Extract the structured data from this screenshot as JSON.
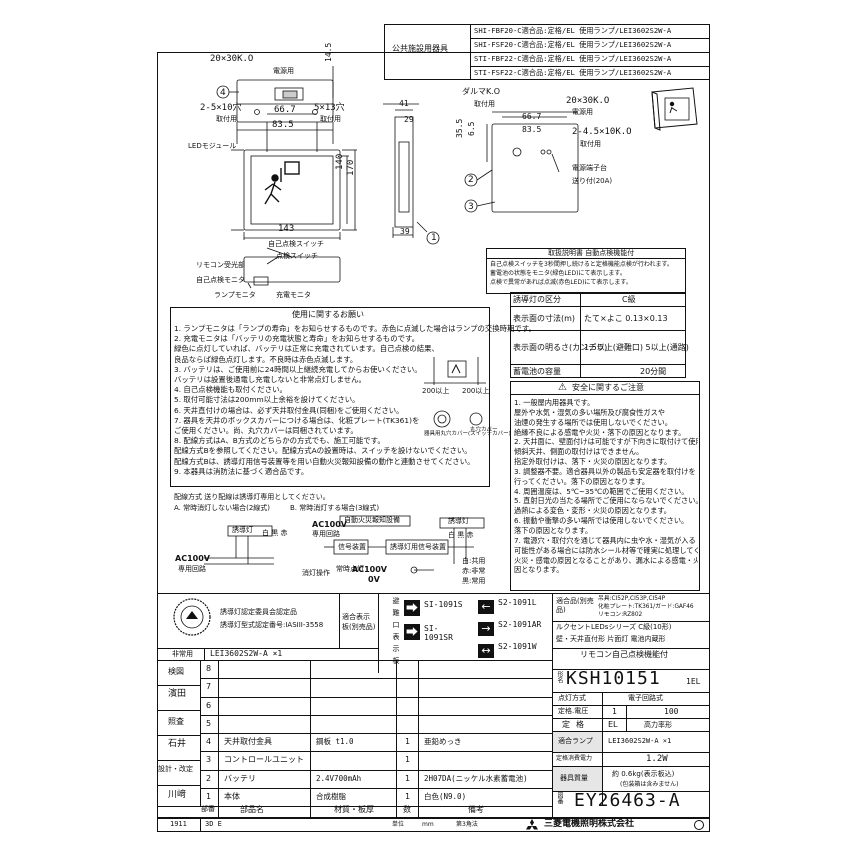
{
  "header": {
    "public_label": "公共施設用器具",
    "models": [
      "SHI-FBF20-C適合品:定格/EL 使用ランプ/LEI3602S2W-A",
      "SHI-FSF20-C適合品:定格/EL 使用ランプ/LEI3602S2W-A",
      "STI-FBF22-C適合品:定格/EL 使用ランプ/LEI3602S2W-A",
      "STI-FSF22-C適合品:定格/EL 使用ランプ/LEI3602S2W-A"
    ]
  },
  "drawing": {
    "top": {
      "dim_20x30": "20×30K.O",
      "power_label": "電源用",
      "dim_14_5": "14.5",
      "callout_4": "4",
      "holes_2_5x10": "2-5×10穴",
      "holes_5x13": "5×13穴",
      "mount_label": "取付用",
      "dim_66_7": "66.7",
      "dim_83_5": "83.5"
    },
    "front": {
      "led_label": "LEDモジュール",
      "dim_140": "140",
      "dim_170": "170",
      "dim_143": "143"
    },
    "side": {
      "dim_41": "41",
      "dim_29": "29",
      "dim_39": "39",
      "callout_1": "1"
    },
    "back": {
      "dummy_ko": "ダルマK.O",
      "mount_label": "取付用",
      "dim_35_5": "35.5",
      "dim_6_5": "6.5",
      "dim_66_7": "66.7",
      "dim_83_5": "83.5",
      "dim_20x30": "20×30K.O",
      "power_label": "電源用",
      "holes_2_4_5x10": "2-4.5×10K.O",
      "terminal_label": "電源端子台",
      "terminal_spec": "送り付(20A)",
      "callout_2": "2",
      "callout_3": "3"
    },
    "bottom": {
      "self_check_switch": "自己点検スイッチ",
      "lamp_switch": "点検スイッチ",
      "remote_receiver": "リモコン受光部",
      "self_check_monitor": "自己点検モニタ",
      "lamp_monitor": "ランプモニタ",
      "charge_monitor": "充電モニタ"
    }
  },
  "info_box": {
    "title": "取扱説明書 自動点検機能付",
    "lines": [
      "自己点検スイッチを3秒間押し続けると定格機能点検が行われます。",
      "蓄電池の状態をモニタ(緑色LED)にて表示します。",
      "点検で異常があれば点滅(赤色LED)にて表示します。"
    ]
  },
  "usage": {
    "title": "使用に関するお願い",
    "notes": [
      "1. ランプモニタは「ランプの寿命」をお知らせするものです。赤色に点滅した場合はランプの交換時期です。",
      "2. 充電モニタは「バッテリの充電状態と寿命」をお知らせするものです。",
      "   緑色に点灯していれば、バッテリは正常に充電されています。自己点検の結果、",
      "   良品ならば緑色点灯します。不良時は赤色点滅します。",
      "3. バッテリは、ご使用前に24時間以上継続充電してからお使いください。",
      "   バッテリは設置後通電し充電しないと非常点灯しません。",
      "4. 自己点検機能も取付ください。",
      "5. 取付可能寸法は200mm以上余裕を設けてください。",
      "6. 天井直付けの場合は、必ず天井取付金具(同梱)をご使用ください。",
      "7. 器具を天井のボックスカバーにつける場合は、化粧プレート(TK361)を",
      "   ご使用ください。尚、丸穴カバーは同梱されています。",
      "8. 配線方式はA、B方式のどちらかの方式でも、施工可能です。",
      "   配線方式Bを参照してください。配線方式Aの設置時は、スイッチを設けないでください。",
      "   配線方式Bは、誘導灯用信号装置等を用い自動火災報知設備の動作と連動させてください。",
      "9. 本器具は消防法に基づく適合品です。"
    ],
    "wiring_title": "配線方式 送り配線は誘導灯専用としてください。",
    "wiring_a": "A. 常時消灯しない場合(2線式)",
    "wiring_b": "B. 常時消灯する場合(3線式)",
    "ac100v": "AC100V",
    "dedicated_circuit": "専用回路",
    "ac100v_b": "AC100V",
    "dedicated_circuit_b": "専用回路",
    "guide_light": "誘導灯",
    "guide_light_b": "誘導灯",
    "auto_fire": "自動火災報知設備",
    "signal_device": "信号装置",
    "guide_signal_device": "誘導灯用信号装置",
    "ac100v_c": "AC100V",
    "zero_v": "0V",
    "normal_on": "常時点灯",
    "lamp_off": "消灯操作",
    "terminals": "白 黒 赤",
    "terminals_b": "白 黒 赤",
    "legend_common": "白:共用",
    "legend_emergency": "赤:非常",
    "legend_normal": "黒:常用",
    "clearance_1": "200以上",
    "clearance_2": "200以上",
    "cover_label": "器具用丸穴カバー(スイッチカバー)",
    "round_cover": "丸穴カバー"
  },
  "spec_table": {
    "rows": [
      {
        "label": "誘導灯の区分",
        "value": "C級"
      },
      {
        "label": "表示面の寸法(m)",
        "value": "たて×よこ 0.13×0.13"
      },
      {
        "label": "表示面の明るさ(カンデラ)",
        "value": "1.5以上(避難口) 5以上(通路)"
      },
      {
        "label": "蓄電池の容量",
        "value": "20分間"
      }
    ]
  },
  "safety": {
    "title": "安全に関するご注意",
    "lines": [
      "1. 一般屋内用器具です。",
      "   屋外や水気・湿気の多い場所及び腐食性ガスや",
      "   油煙の発生する場所では使用しないでください。",
      "   絶縁不良による感電や火災・落下の原因となります。",
      "2. 天井面に、壁面付けは可能ですが下向きに取付けて使用してください。",
      "   傾斜天井、側面の取付けはできません。",
      "   指定外取付けは、落下・火災の原因となります。",
      "3. 調整器不要。適合器具以外の製品も安定器を取付けを",
      "   行ってください。落下の原因となります。",
      "4. 周囲温度は、5℃~35℃の範囲でご使用ください。",
      "5. 直射日光の当たる場所でご使用にならないでください。",
      "   過熱による変色・変形・火災の原因となります。",
      "6. 振動や衝撃の多い場所では使用しないでください。",
      "   落下の原因となります。",
      "7. 電源穴・取付穴を通じて器具内に虫や水・湿気が入る",
      "   可能性がある場合には防水シール材等で確実に処理してください。",
      "   火災・感電の原因となることがあり、漏水による感電・火災の原",
      "   因となります。"
    ]
  },
  "approval": {
    "text1": "誘導灯認定委員会認定品",
    "text2": "誘導灯型式認定番号:IASIII-3558",
    "applicable_label": "適合表示板(別売品)",
    "panels": [
      {
        "code": "SI-1091S",
        "kind": "exit"
      },
      {
        "code": "SI-1091SR",
        "kind": "exit-right"
      }
    ],
    "panels_right": [
      {
        "code": "S2-1091L",
        "kind": "left"
      },
      {
        "code": "S2-1091AR",
        "kind": "arrow"
      },
      {
        "code": "S2-1091W",
        "kind": "both"
      }
    ],
    "vertical_text": "避難口表示板",
    "right_title": "適合品(別売品)",
    "right_lines": [
      "吊具:CI52P,CI53P,CI54P",
      "化粧プレート:TK361/ガード:GAF46",
      "リモコン:RZ802"
    ]
  },
  "series": {
    "line1": "ルクセントLEDsシリーズ C級(10形)",
    "line2": "壁・天井直付形 片面灯 電池内蔵形",
    "remote": "リモコン自己点検機能付",
    "spare": "非常用",
    "spare_value": "LEI3602S2W-A ×1"
  },
  "title_block": {
    "model_label": "形名",
    "model": "KSH10151",
    "model_suffix": "1EL",
    "lighting_label": "点灯方式",
    "lighting": "電子回路式",
    "voltage_label": "定格.電圧",
    "voltage_num": "1",
    "voltage": "100",
    "rating_label": "定格",
    "rating_el": "EL",
    "rating": "高力率形",
    "lamp_label": "適合ランプ",
    "lamp": "LEI3602S2W-A ×1",
    "power_label": "定格消費電力",
    "power": "1.2W",
    "weight_label": "器具質量",
    "weight": "約 0.6kg(表示板込)",
    "weight_note": "(包装箱は含みません)",
    "drawing_no_label": "図番",
    "drawing_no": "EY26463-A",
    "company": "三菱電機照明株式会社",
    "unit_label": "単位",
    "unit": "mm",
    "angle": "第3角法",
    "date_code": "1911",
    "format": "3D E"
  },
  "signatures": [
    {
      "role": "検図",
      "name": ""
    },
    {
      "role": "",
      "name": "濱田"
    },
    {
      "role": "照査",
      "name": ""
    },
    {
      "role": "",
      "name": "石井"
    },
    {
      "role": "設計・改定",
      "name": ""
    },
    {
      "role": "",
      "name": "川﨑"
    }
  ],
  "parts": {
    "header": [
      "部番",
      "部品名",
      "材質・板厚",
      "数",
      "備考"
    ],
    "rows": [
      {
        "no": "8",
        "name": "",
        "material": "",
        "qty": "",
        "note": ""
      },
      {
        "no": "7",
        "name": "",
        "material": "",
        "qty": "",
        "note": ""
      },
      {
        "no": "6",
        "name": "",
        "material": "",
        "qty": "",
        "note": ""
      },
      {
        "no": "5",
        "name": "",
        "material": "",
        "qty": "",
        "note": ""
      },
      {
        "no": "4",
        "name": "天井取付金具",
        "material": "鋼板 t1.0",
        "qty": "1",
        "note": "亜鉛めっき"
      },
      {
        "no": "3",
        "name": "コントロールユニット",
        "material": "",
        "qty": "1",
        "note": ""
      },
      {
        "no": "2",
        "name": "バッテリ",
        "material": "2.4V700mAh",
        "qty": "1",
        "note": "2H07DA(ニッケル水素蓄電池)"
      },
      {
        "no": "1",
        "name": "本体",
        "material": "合成樹脂",
        "qty": "1",
        "note": "白色(N9.0)"
      }
    ]
  }
}
